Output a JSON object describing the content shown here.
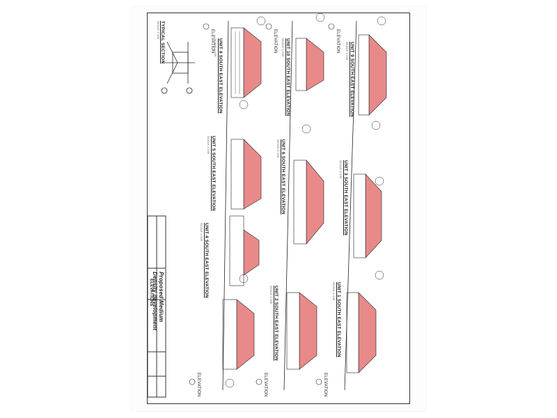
{
  "section": {
    "title": "TYPICAL SECTION",
    "scale": "SCALE 1:100"
  },
  "elevations": [
    {
      "title": "UNIT 8 SOUTH EAST ELEVATION",
      "scale": "SCALE 1:100"
    },
    {
      "title": "UNIT 10 SOUTH EAST ELEVATION",
      "scale": "SCALE 1:100"
    },
    {
      "title": "UNIT 9 SOUTH EAST ELEVATION",
      "scale": "SCALE 1:100"
    },
    {
      "title": "UNIT 5 SOUTH EAST ELEVATION",
      "scale": "SCALE 1:100"
    },
    {
      "title": "UNIT 6 SOUTH EAST ELEVATION",
      "scale": "SCALE 1:100"
    },
    {
      "title": "UNIT 3 SOUTH EAST ELEVATION",
      "scale": "SCALE 1:100"
    },
    {
      "title": "UNIT 4 SOUTH EAST ELEVATION",
      "scale": "SCALE 1:100"
    },
    {
      "title": "UNIT 2 SOUTH EAST ELEVATION",
      "scale": "SCALE 1:100"
    },
    {
      "title": "UNIT 1 SOUTH EAST ELEVATION",
      "scale": "SCALE 1:100"
    }
  ],
  "elevation_tag": "ELEVATION",
  "title_block": {
    "project": "Proposed Medium",
    "project2": "Density development",
    "sheet": "ELEVATIONS"
  },
  "colors": {
    "roof": "#e88a8a",
    "line": "#222222"
  }
}
